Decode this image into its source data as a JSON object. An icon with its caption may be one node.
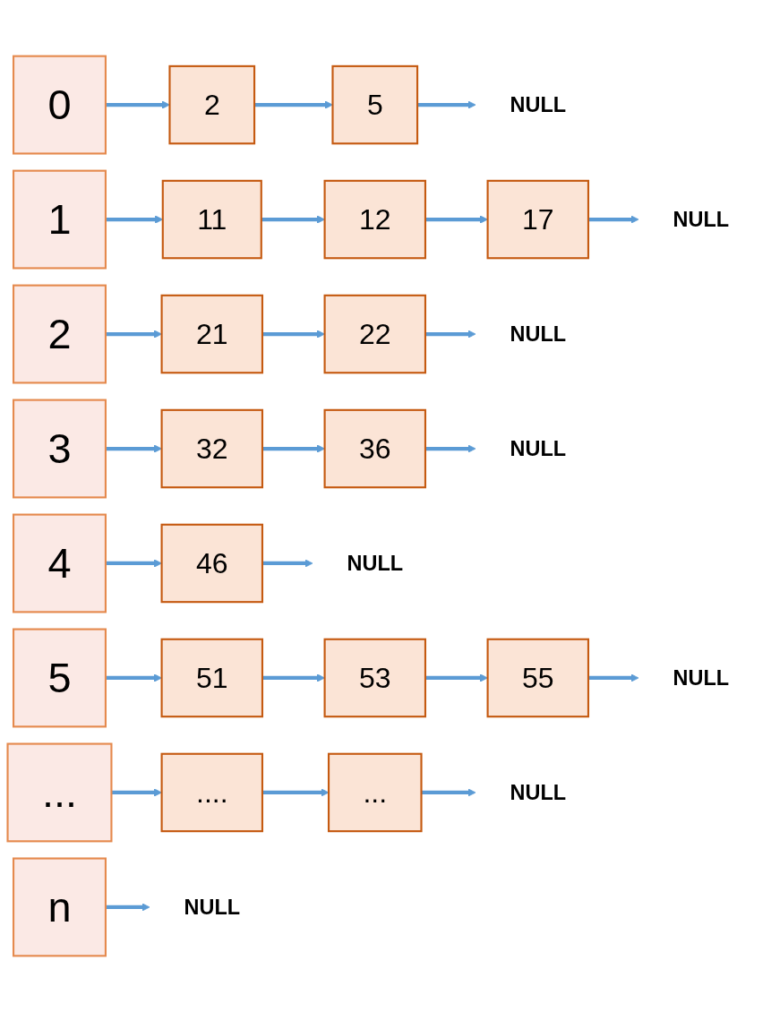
{
  "diagram": {
    "nodes": [
      {
        "text": [
          "0"
        ]
      },
      {
        "text": [
          "2"
        ]
      },
      {
        "text": [
          "5"
        ]
      },
      {
        "text": [
          "NULL"
        ]
      },
      {
        "text": [
          "1"
        ]
      },
      {
        "text": [
          "11"
        ]
      },
      {
        "text": [
          "12"
        ]
      },
      {
        "text": [
          "17"
        ]
      },
      {
        "text": [
          "NULL"
        ]
      },
      {
        "text": [
          "2"
        ]
      },
      {
        "text": [
          "21"
        ]
      },
      {
        "text": [
          "22"
        ]
      },
      {
        "text": [
          "NULL"
        ]
      },
      {
        "text": [
          "3"
        ]
      },
      {
        "text": [
          "32"
        ]
      },
      {
        "text": [
          "36"
        ]
      },
      {
        "text": [
          "NULL"
        ]
      },
      {
        "text": [
          "4"
        ]
      },
      {
        "text": [
          "46"
        ]
      },
      {
        "text": [
          "NULL"
        ]
      },
      {
        "text": [
          "5"
        ]
      },
      {
        "text": [
          "51"
        ]
      },
      {
        "text": [
          "53"
        ]
      },
      {
        "text": [
          "55"
        ]
      },
      {
        "text": [
          "NULL"
        ]
      },
      {
        "text": [
          "..."
        ]
      },
      {
        "text": [
          "...."
        ]
      },
      {
        "text": [
          "..."
        ]
      },
      {
        "text": [
          "NULL"
        ]
      },
      {
        "text": [
          "n"
        ]
      },
      {
        "text": [
          "NULL"
        ]
      }
    ],
    "edges": [
      {
        "from": 0,
        "to": 1,
        "arrow": "to"
      },
      {
        "from": 1,
        "to": 2,
        "arrow": "to"
      },
      {
        "from": 2,
        "to": 3,
        "arrow": "to"
      },
      {
        "from": 4,
        "to": 5,
        "arrow": "to"
      },
      {
        "from": 5,
        "to": 6,
        "arrow": "to"
      },
      {
        "from": 6,
        "to": 7,
        "arrow": "to"
      },
      {
        "from": 7,
        "to": 8,
        "arrow": "to"
      },
      {
        "from": 9,
        "to": 10,
        "arrow": "to"
      },
      {
        "from": 10,
        "to": 11,
        "arrow": "to"
      },
      {
        "from": 11,
        "to": 12,
        "arrow": "to"
      },
      {
        "from": 13,
        "to": 14,
        "arrow": "to"
      },
      {
        "from": 14,
        "to": 15,
        "arrow": "to"
      },
      {
        "from": 15,
        "to": 16,
        "arrow": "to"
      },
      {
        "from": 17,
        "to": 18,
        "arrow": "to"
      },
      {
        "from": 18,
        "to": 19,
        "arrow": "to"
      },
      {
        "from": 20,
        "to": 21,
        "arrow": "to"
      },
      {
        "from": 21,
        "to": 22,
        "arrow": "to"
      },
      {
        "from": 22,
        "to": 23,
        "arrow": "to"
      },
      {
        "from": 23,
        "to": 24,
        "arrow": "to"
      },
      {
        "from": 25,
        "to": 26,
        "arrow": "to"
      },
      {
        "from": 26,
        "to": 27,
        "arrow": "to"
      },
      {
        "from": 27,
        "to": 28,
        "arrow": "to"
      },
      {
        "from": 29,
        "to": 30,
        "arrow": "to"
      }
    ]
  }
}
